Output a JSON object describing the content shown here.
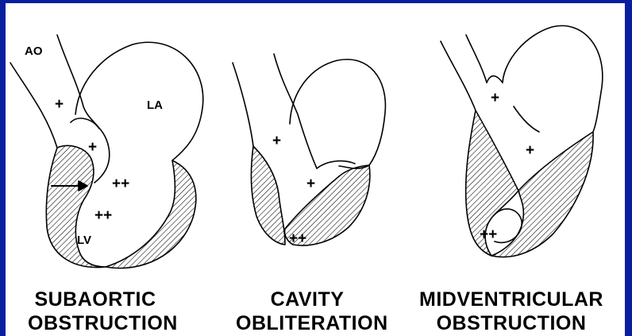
{
  "labels": {
    "ao": "AO",
    "la": "LA",
    "lv": "LV"
  },
  "marks": {
    "single": "+",
    "double": "++"
  },
  "captions": {
    "subaortic": [
      "SUBAORTIC",
      "OBSTRUCTION"
    ],
    "cavity": [
      "CAVITY",
      "OBLITERATION"
    ],
    "midventricular": [
      "MIDVENTRICULAR",
      "OBSTRUCTION"
    ]
  },
  "colors": {
    "frame": "#0a1f9e",
    "background": "#ffffff",
    "ink": "#000000"
  }
}
